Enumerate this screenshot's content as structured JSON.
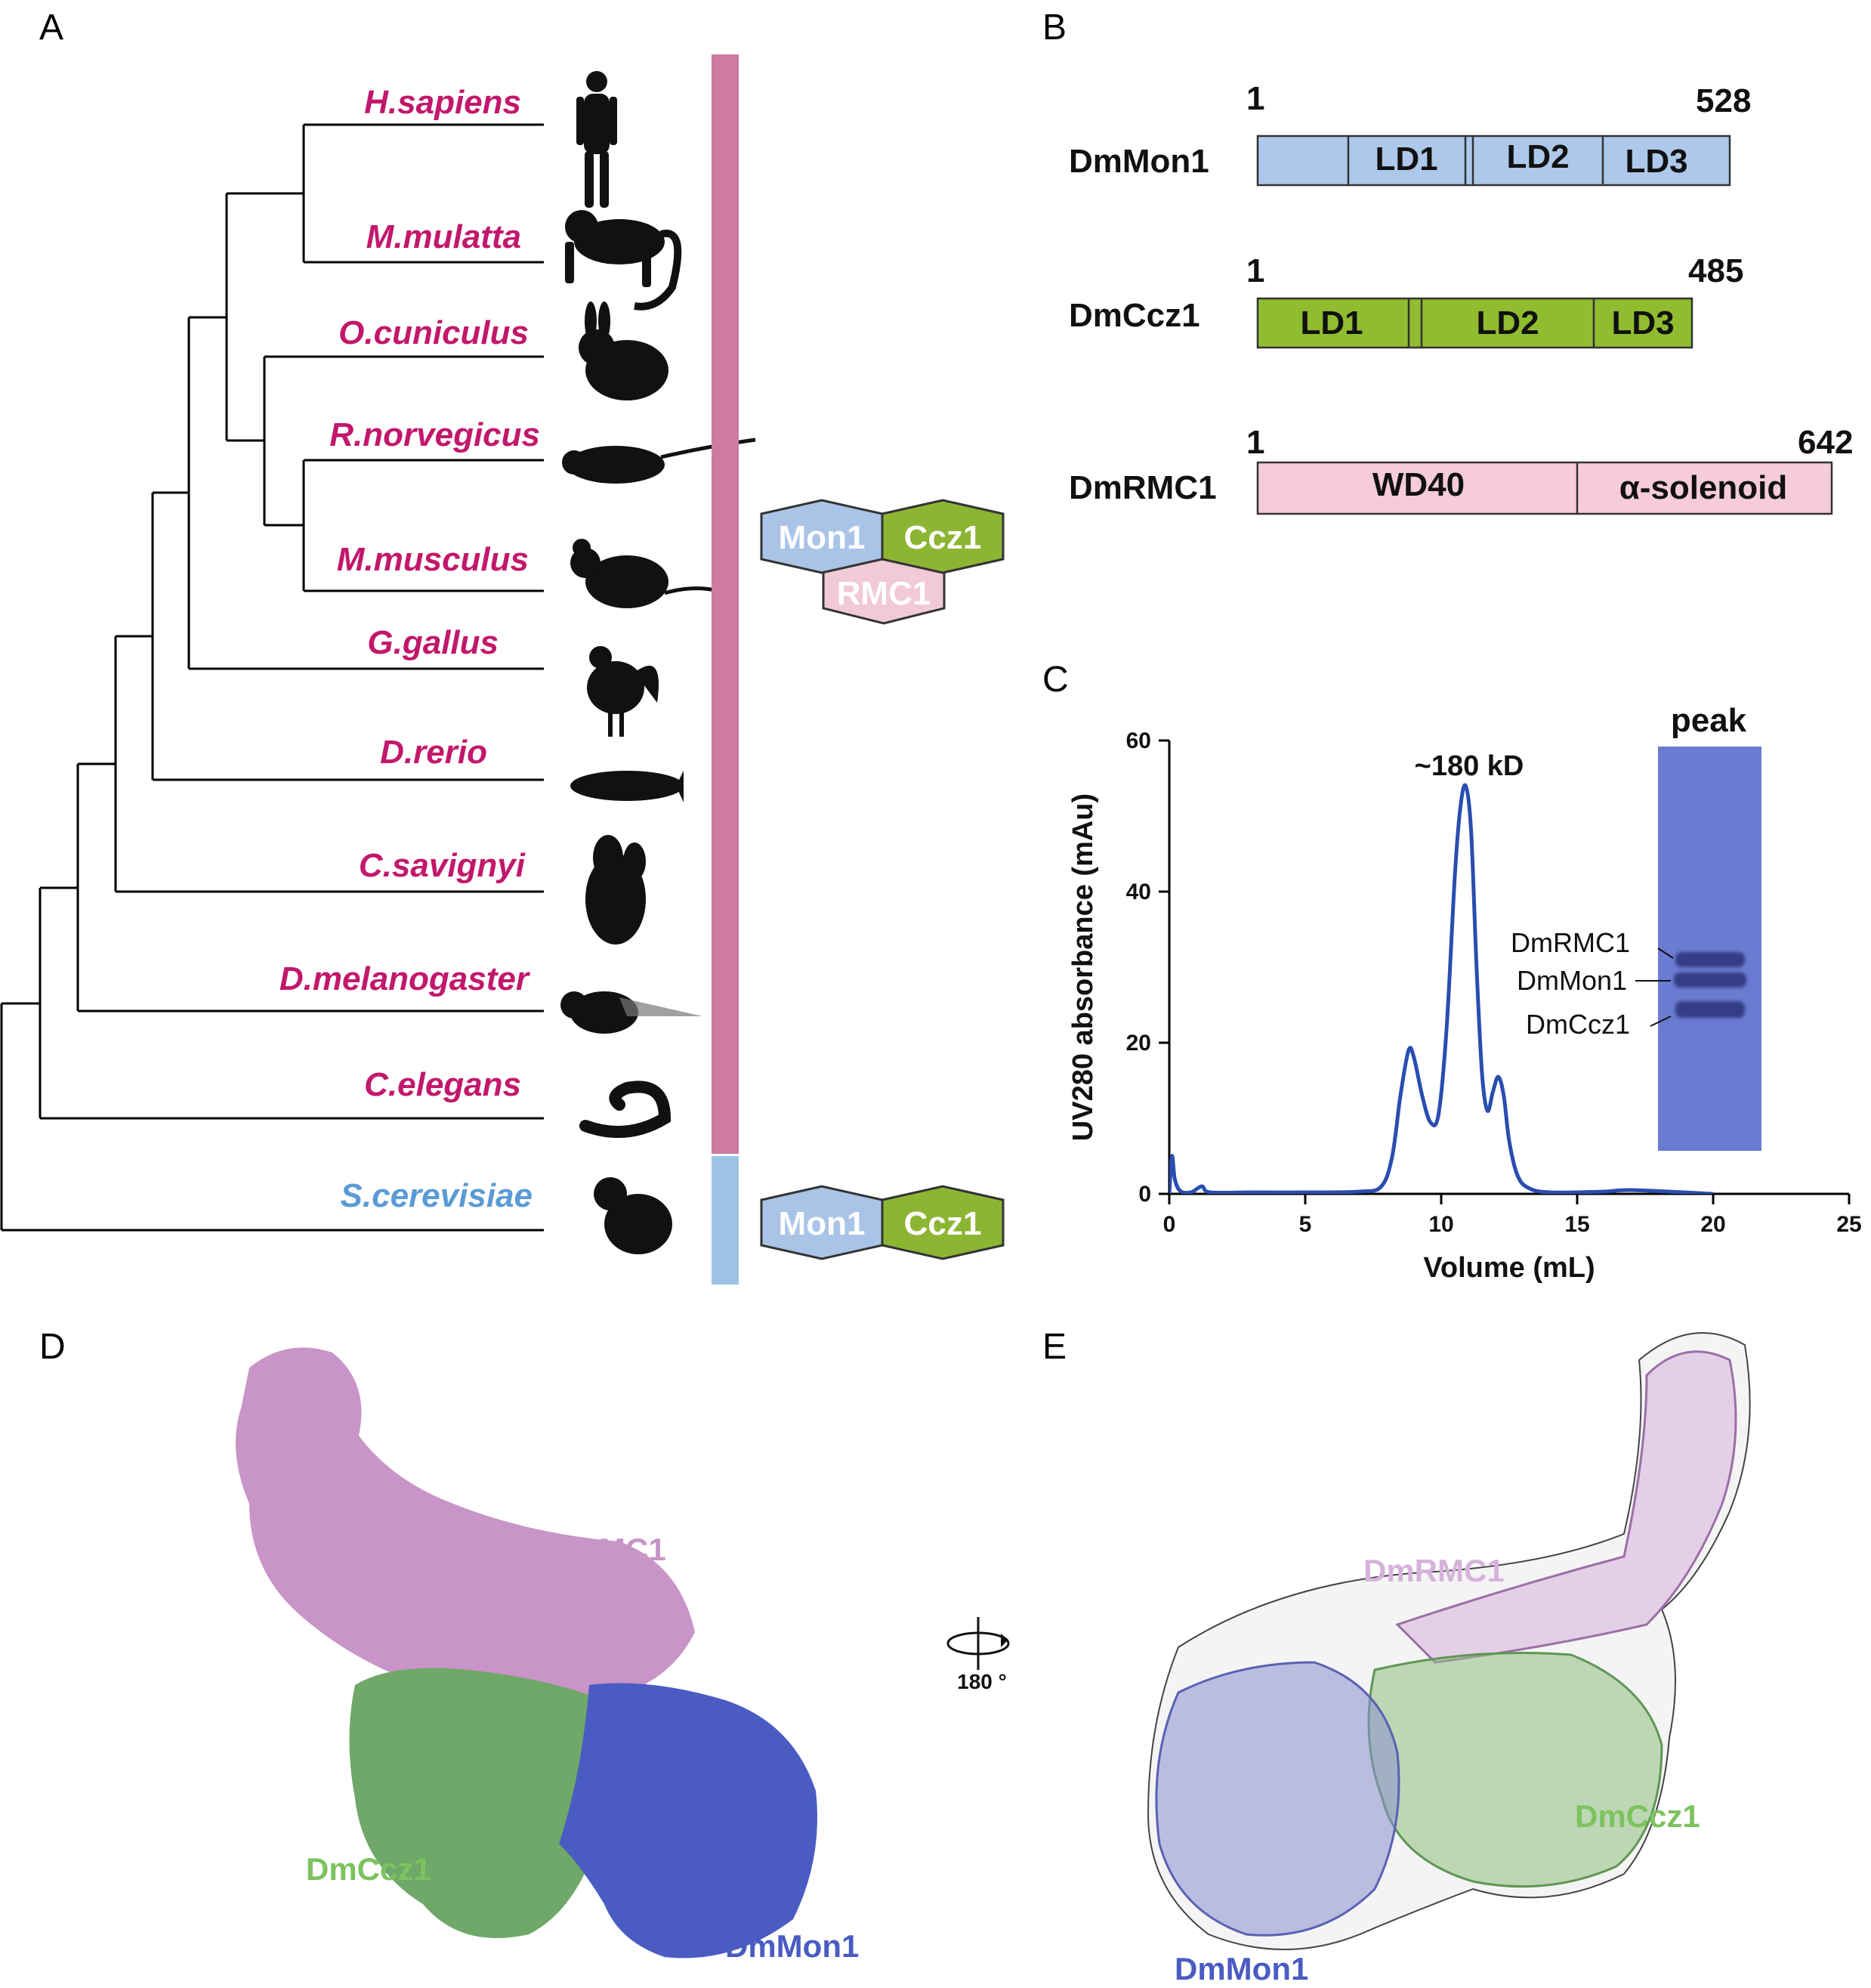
{
  "panels": {
    "a": "A",
    "b": "B",
    "c": "C",
    "d": "D",
    "e": "E"
  },
  "tree": {
    "species": [
      {
        "name": "H.sapiens",
        "color": "#c2186b"
      },
      {
        "name": "M.mulatta",
        "color": "#c2186b"
      },
      {
        "name": "O.cuniculus",
        "color": "#c2186b"
      },
      {
        "name": "R.norvegicus",
        "color": "#c2186b"
      },
      {
        "name": "M.musculus",
        "color": "#c2186b"
      },
      {
        "name": "G.gallus",
        "color": "#c2186b"
      },
      {
        "name": "D.rerio",
        "color": "#c2186b"
      },
      {
        "name": "C.savignyi",
        "color": "#c2186b"
      },
      {
        "name": "D.melanogaster",
        "color": "#c2186b"
      },
      {
        "name": "C.elegans",
        "color": "#c2186b"
      },
      {
        "name": "S.cerevisiae",
        "color": "#5b9bd5"
      }
    ],
    "bar_pink": "#cf7aa3",
    "bar_blue": "#9dc3e6",
    "complex_three": {
      "mon1": "Mon1",
      "ccz1": "Ccz1",
      "rmc1": "RMC1"
    },
    "complex_two": {
      "mon1": "Mon1",
      "ccz1": "Ccz1"
    },
    "colors": {
      "mon1": "#a9c4e6",
      "ccz1": "#8db534",
      "rmc1": "#f2c9d6"
    }
  },
  "domains": [
    {
      "protein": "DmMon1",
      "start": "1",
      "end": "528",
      "fill": "#adc8ea",
      "segments": [
        "",
        "LD1",
        "",
        "LD2",
        "LD3"
      ]
    },
    {
      "protein": "DmCcz1",
      "start": "1",
      "end": "485",
      "fill": "#8fbd2f",
      "segments": [
        "LD1",
        "",
        "LD2",
        "LD3"
      ]
    },
    {
      "protein": "DmRMC1",
      "start": "1",
      "end": "642",
      "fill": "#f6ccd9",
      "segments": [
        "WD40",
        "α-solenoid"
      ]
    }
  ],
  "chart_data": {
    "type": "line",
    "xlabel": "Volume (mL)",
    "ylabel": "UV280 absorbance (mAu)",
    "xlim": [
      0,
      25
    ],
    "ylim": [
      0,
      60
    ],
    "xticks": [
      0,
      5,
      10,
      15,
      20,
      25
    ],
    "yticks": [
      0,
      20,
      40,
      60
    ],
    "annotation": "~180 kD",
    "color": "#2a4db0",
    "x": [
      0,
      0.1,
      0.2,
      0.4,
      0.8,
      1.2,
      1.5,
      3,
      5,
      7,
      7.8,
      8.2,
      8.5,
      8.8,
      9.0,
      9.3,
      9.6,
      9.9,
      10.2,
      10.5,
      10.7,
      10.9,
      11.1,
      11.3,
      11.5,
      11.7,
      11.9,
      12.1,
      12.3,
      12.5,
      12.8,
      13.2,
      14,
      16,
      17,
      20
    ],
    "y": [
      0,
      5,
      2,
      0.4,
      0.2,
      1.0,
      0.2,
      0.2,
      0.2,
      0.3,
      1.0,
      5.0,
      13,
      19,
      18,
      13,
      9.5,
      10.5,
      22,
      42,
      51,
      54,
      48,
      30,
      16,
      11,
      13.5,
      15.5,
      13,
      7,
      2.5,
      0.8,
      0.2,
      0.3,
      0.5,
      0
    ]
  },
  "gel": {
    "title": "peak",
    "bands": [
      "DmRMC1",
      "DmMon1",
      "DmCcz1"
    ],
    "lane_color": "#6b7bd1"
  },
  "structure_d": {
    "rmc1": "DmRMC1",
    "ccz1": "DmCcz1",
    "mon1": "DmMon1",
    "rmc1_color": "#c994c7",
    "ccz1_color": "#6fa868",
    "mon1_color": "#4a5cc2"
  },
  "rotation": "180 °",
  "structure_e": {
    "rmc1": "DmRMC1",
    "ccz1": "DmCcz1",
    "mon1": "DmMon1",
    "rmc1_color": "#d6b3db",
    "ccz1_color": "#8fc07f",
    "mon1_color": "#8a8fd0"
  }
}
